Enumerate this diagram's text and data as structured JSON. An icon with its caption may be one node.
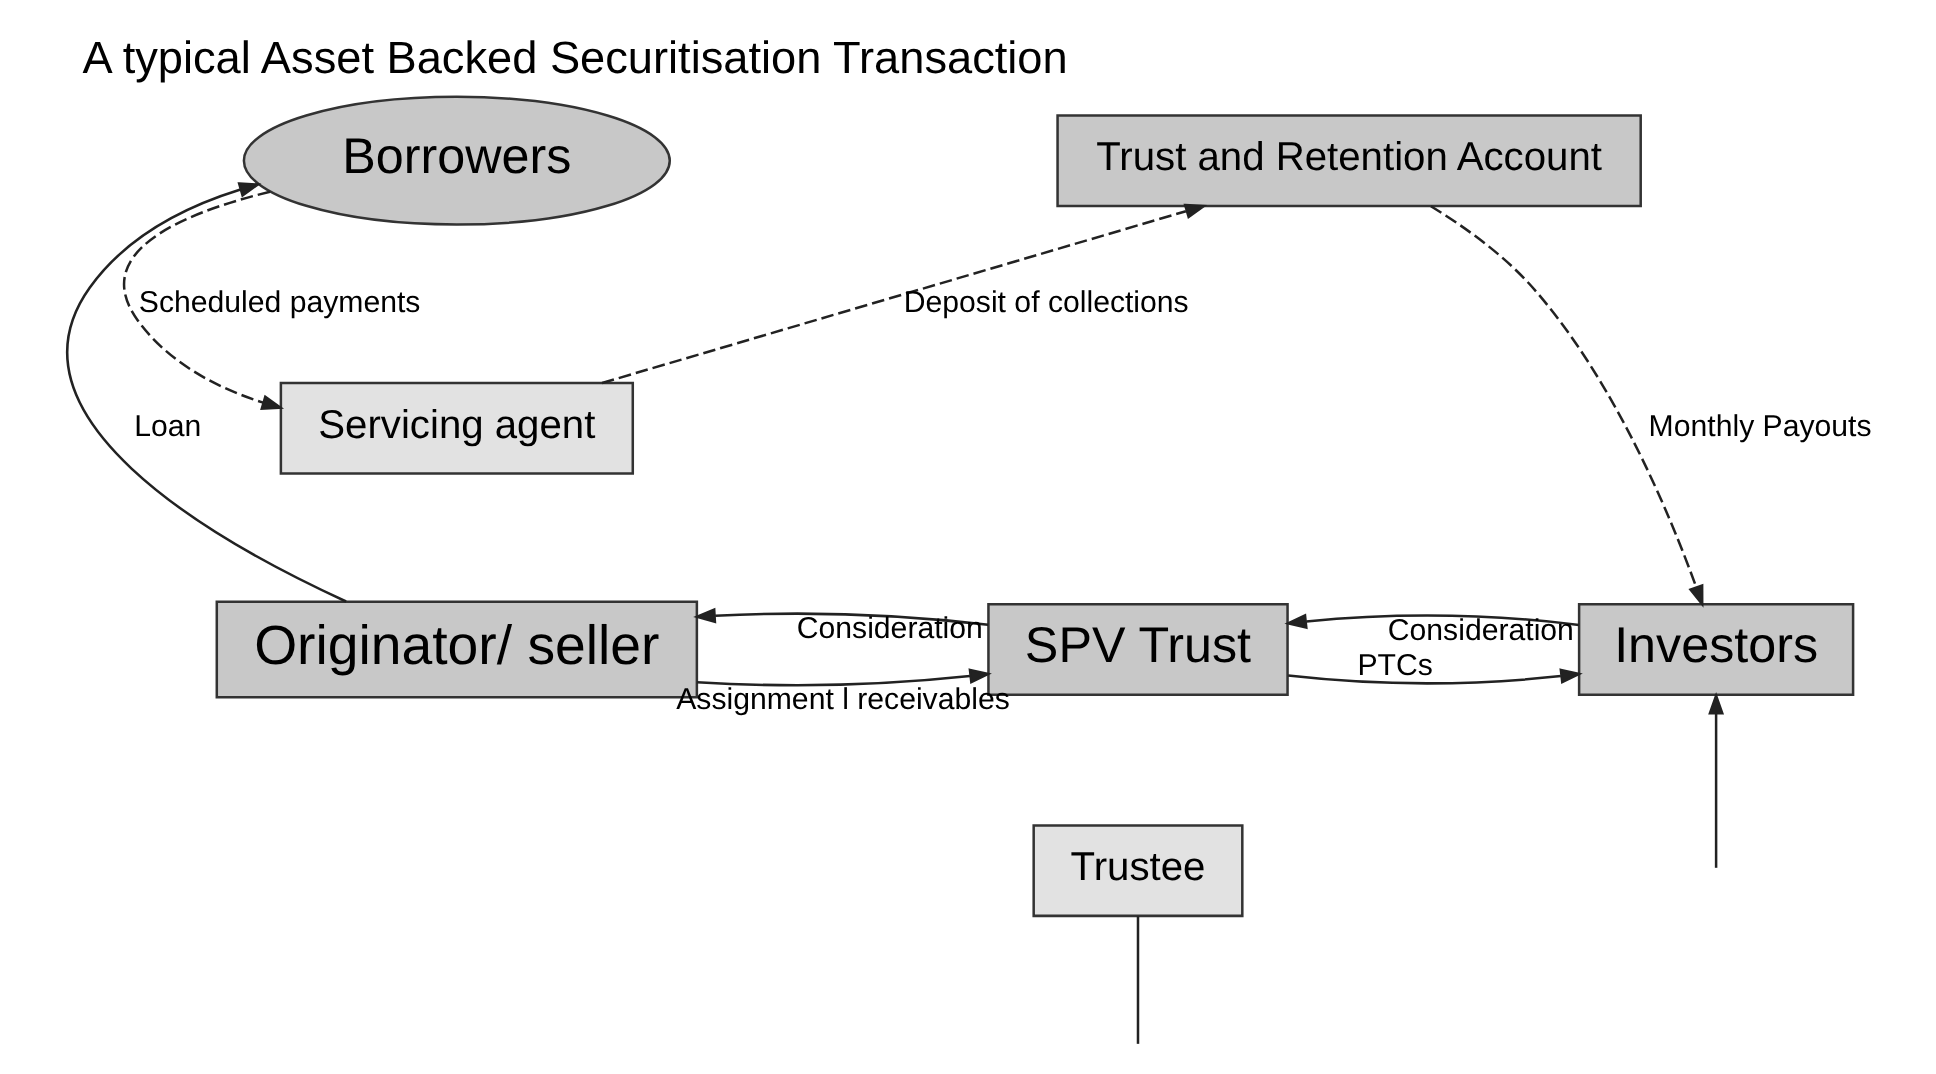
{
  "diagram": {
    "title": "A typical Asset Backed Securitisation Transaction",
    "nodes": [
      {
        "text": [
          "Borrowers"
        ]
      },
      {
        "text": [
          "Trust and Retention Account"
        ]
      },
      {
        "text": [
          "Servicing agent"
        ]
      },
      {
        "text": [
          "Originator/ seller"
        ]
      },
      {
        "text": [
          "SPV Trust"
        ]
      },
      {
        "text": [
          "Trustee"
        ]
      },
      {
        "text": [
          "Investors"
        ]
      }
    ],
    "edges": [
      {
        "from": 3,
        "to": 0,
        "arrow": "to",
        "label": "Loan"
      },
      {
        "from": 0,
        "to": 2,
        "arrow": "to",
        "label": "Scheduled payments",
        "style": "dashed"
      },
      {
        "from": 2,
        "to": 1,
        "arrow": "to",
        "label": "Deposit of collections",
        "style": "dashed"
      },
      {
        "from": 1,
        "to": 6,
        "arrow": "to",
        "label": "Monthly Payouts",
        "style": "dashed"
      },
      {
        "from": 3,
        "to": 4,
        "arrow": "to",
        "label": "Assignment l receivables"
      },
      {
        "from": 4,
        "to": 3,
        "arrow": "to",
        "label": "Consideration"
      },
      {
        "from": 4,
        "to": 6,
        "arrow": "to",
        "label": "PTCs"
      },
      {
        "from": 6,
        "to": 4,
        "arrow": "to",
        "label": "Consideration"
      },
      {
        "from": 5,
        "to": null,
        "arrow": "none"
      },
      {
        "from": null,
        "to": 6,
        "arrow": "to"
      }
    ]
  }
}
